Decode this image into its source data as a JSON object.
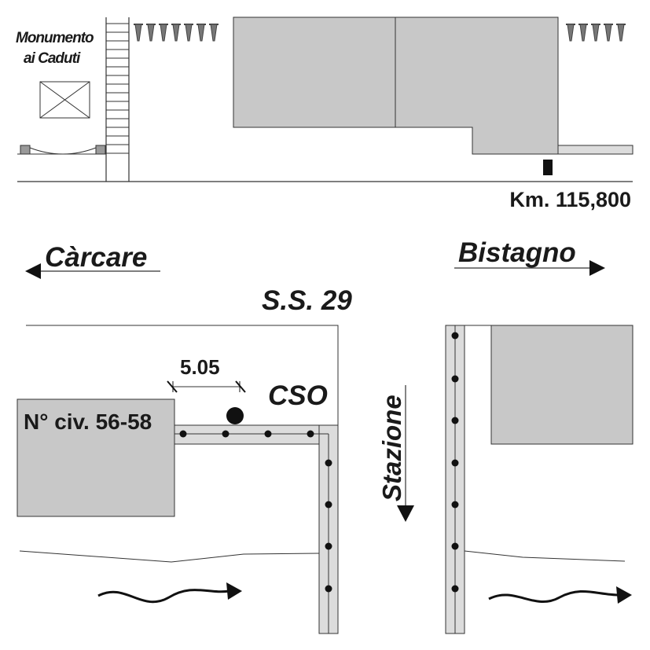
{
  "map": {
    "monument_label_line1": "Monumento",
    "monument_label_line2": "ai Caduti",
    "km_marker": "Km. 115,800",
    "direction_left": "Càrcare",
    "direction_right": "Bistagno",
    "road_name": "S.S. 29",
    "distance_label": "5.05",
    "building_number": "N° civ. 56-58",
    "street_label": "CSO",
    "station_label": "Stazione"
  },
  "colors": {
    "building_fill": "#c8c8c8",
    "sidewalk_fill": "#dcdcdc",
    "line": "#333333",
    "text": "#1a1a1a",
    "marker": "#111111"
  }
}
